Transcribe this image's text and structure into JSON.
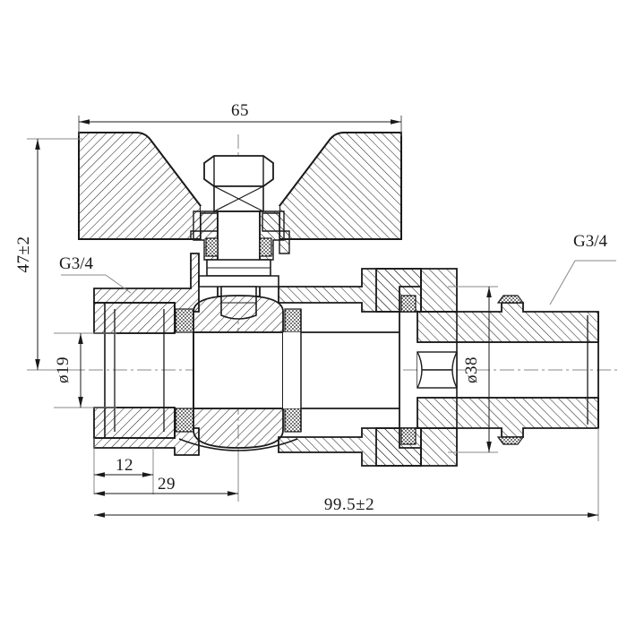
{
  "drawing": {
    "title": "Ball Valve Cross-Section Technical Drawing",
    "background_color": "#ffffff",
    "line_color": "#1a1a1a",
    "hatch_color": "#1a1a1a",
    "centerline_color": "#888888",
    "dimension_color": "#555555"
  },
  "dimensions": {
    "handle_width": "65",
    "overall_height": "47±2",
    "inlet_bore": "ø19",
    "union_outer": "ø38",
    "thread_length": "12",
    "inlet_to_center": "29",
    "overall_length": "99.5±2"
  },
  "labels": {
    "thread_left": "G3/4",
    "thread_right": "G3/4"
  },
  "parts": {
    "handle": "butterfly-wing-handle",
    "stem_nut": "hex-nut",
    "stem": "valve-stem",
    "ball": "valve-ball",
    "body_left": "inlet-body",
    "union_nut": "union-nut",
    "tail_piece": "outlet-tailpiece",
    "seals": "o-ring-seals"
  }
}
